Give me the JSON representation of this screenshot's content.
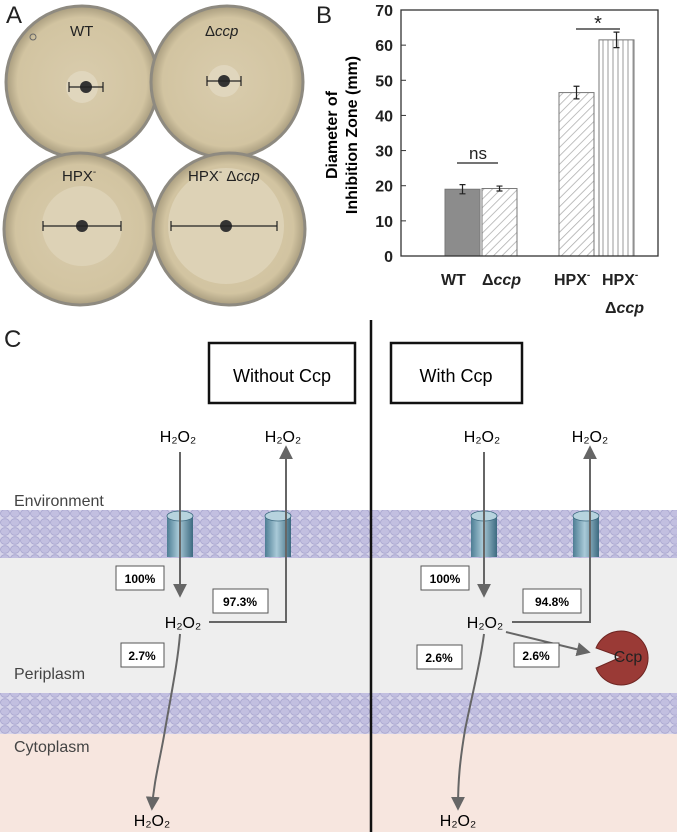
{
  "panels": {
    "A": "A",
    "B": "B",
    "C": "C"
  },
  "plates": {
    "top_left": "WT",
    "top_right_prefix": "Δ",
    "top_right_italic": "ccp",
    "bottom_left": "HPX",
    "bottom_left_sup": "-",
    "bottom_right": "HPX",
    "bottom_right_sup": "-",
    "bottom_right_suffix_prefix": " Δ",
    "bottom_right_suffix_italic": "ccp",
    "zone_fraction": {
      "WT": 0.19,
      "ccp": 0.19,
      "HPX": 0.465,
      "HPX_ccp": 0.615
    }
  },
  "chart_data": {
    "type": "bar",
    "ylabel_line1": "Diameter of",
    "ylabel_line2": "Inhibition Zone (mm)",
    "ylim": [
      0,
      70
    ],
    "yticks": [
      0,
      10,
      20,
      30,
      40,
      50,
      60,
      70
    ],
    "groups": [
      {
        "labels": [
          {
            "text": "WT"
          },
          {
            "prefix": "Δ",
            "italic": "ccp"
          }
        ]
      },
      {
        "labels": [
          {
            "text": "HPX",
            "sup": "-"
          },
          {
            "text": "HPX",
            "sup": "-",
            "line2_prefix": "Δ",
            "line2_italic": "ccp"
          }
        ]
      }
    ],
    "bars": [
      {
        "value": 19,
        "err": 1.3,
        "fill": "solid-gray"
      },
      {
        "value": 19.2,
        "err": 0.7,
        "fill": "hatch-diag"
      },
      {
        "value": 46.5,
        "err": 1.8,
        "fill": "hatch-diag"
      },
      {
        "value": 61.5,
        "err": 2.2,
        "fill": "hatch-vert"
      }
    ],
    "annotations": [
      "ns",
      "*"
    ]
  },
  "diagram": {
    "left_title": "Without Ccp",
    "right_title": "With Ccp",
    "environment": "Environment",
    "periplasm": "Periplasm",
    "cytoplasm": "Cytoplasm",
    "h2o2": "H₂O₂",
    "left_values": {
      "uptake": "100%",
      "efflux": "97.3%",
      "into_cyto": "2.7%"
    },
    "right_values": {
      "uptake": "100%",
      "efflux": "94.8%",
      "ccp": "2.6%",
      "into_cyto": "2.6%"
    },
    "ccp_label": "Ccp",
    "colors": {
      "periplasm": "#eeeeee",
      "cytoplasm": "#f7e6df",
      "membrane": "#b9b7d8",
      "channel": "#6f9db3",
      "ccp": "#9a3a36"
    }
  }
}
